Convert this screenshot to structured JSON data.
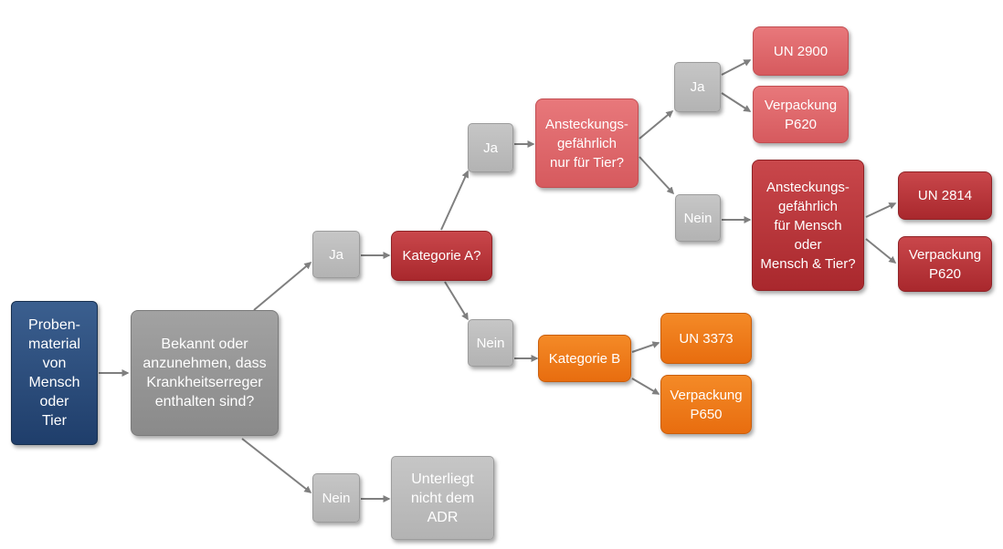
{
  "nodes": {
    "probenmaterial": "Proben-\nmaterial\nvon\nMensch\noder\nTier",
    "bekannt": "Bekannt oder\nanzunehmen, dass\nKrankheitserreger\nenthalten sind?",
    "ja_1": "Ja",
    "nein_1": "Nein",
    "unterliegt": "Unterliegt\nnicht dem\nADR",
    "kategorie_a": "Kategorie A?",
    "ja_2": "Ja",
    "nein_2": "Nein",
    "kategorie_b": "Kategorie B",
    "un_3373": "UN 3373",
    "verpackung_p650": "Verpackung\nP650",
    "tier_frage": "Ansteckungs-\ngefährlich\nnur für Tier?",
    "ja_3": "Ja",
    "nein_3": "Nein",
    "un_2900": "UN 2900",
    "verpackung_p620_a": "Verpackung\nP620",
    "mensch_frage": "Ansteckungs-\ngefährlich\nfür Mensch\noder\nMensch & Tier?",
    "un_2814": "UN 2814",
    "verpackung_p620_b": "Verpackung\nP620"
  },
  "colors": {
    "arrow": "#7f7f7f",
    "blue": "#2b4c7e",
    "grey": "#969696",
    "light_grey": "#bdbdbd",
    "red": "#b83438",
    "pink": "#e06a6d",
    "orange": "#f07c1a"
  }
}
